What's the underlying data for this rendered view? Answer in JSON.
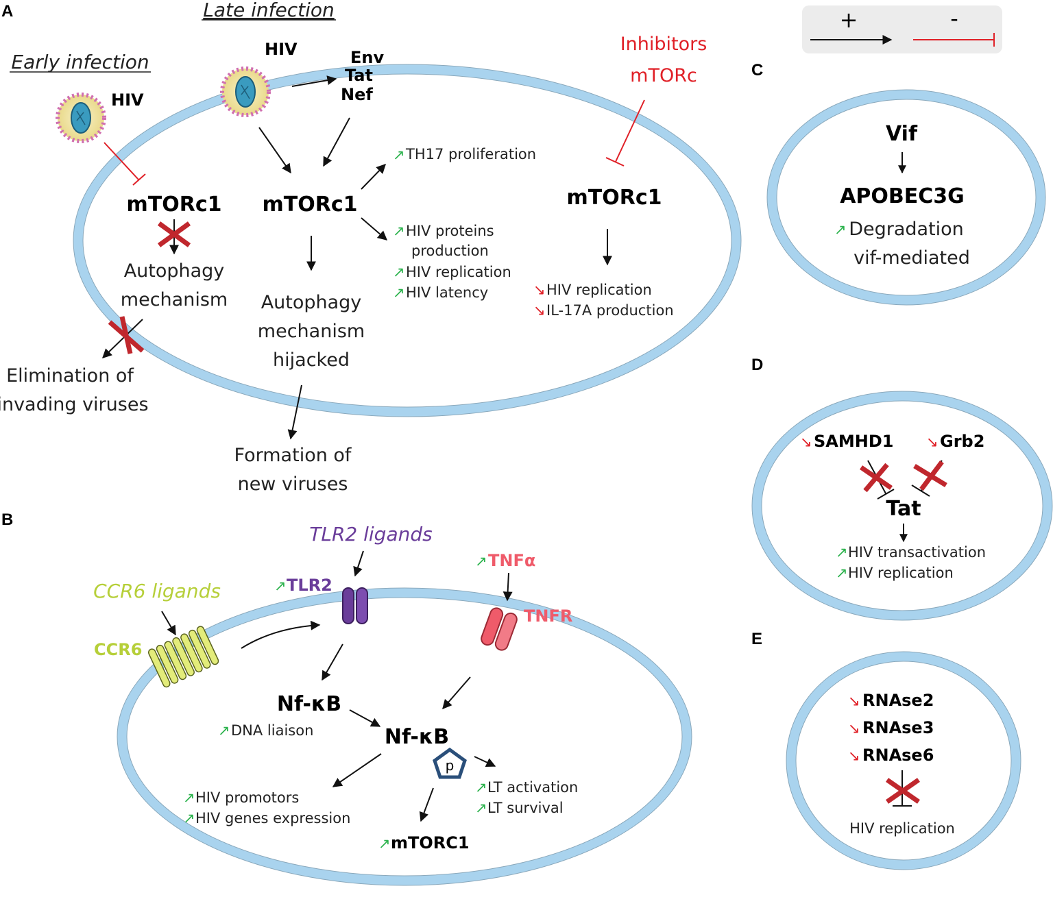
{
  "legend": {
    "plus": "+",
    "minus": "-"
  },
  "panelA": {
    "label": "A",
    "late_infection": "Late infection",
    "early_infection": "Early infection",
    "hiv_early": "HIV",
    "hiv_late": "HIV",
    "env": "Env",
    "tat": "Tat",
    "nef": "Nef",
    "inhibitors_line1": "Inhibitors",
    "inhibitors_line2": "mTORc",
    "mtorc1_left": "mTORc1",
    "mtorc1_mid": "mTORc1",
    "mtorc1_right": "mTORc1",
    "autophagy_left_1": "Autophagy",
    "autophagy_left_2": "mechanism",
    "autophagy_mid_1": "Autophagy",
    "autophagy_mid_2": "mechanism",
    "autophagy_mid_3": "hijacked",
    "elimination_1": "Elimination of",
    "elimination_2": "invading viruses",
    "formation_1": "Formation of",
    "formation_2": "new viruses",
    "th17": "TH17 proliferation",
    "hiv_proteins_1": "HIV proteins",
    "hiv_proteins_2": "production",
    "hiv_replication": "HIV replication",
    "hiv_latency": "HIV latency",
    "hiv_replication_down": "HIV replication",
    "il17a": "IL-17A production",
    "up_arrow": "↗",
    "down_arrow": "↘"
  },
  "panelB": {
    "label": "B",
    "tlr2_ligands": "TLR2 ligands",
    "ccr6_ligands": "CCR6 ligands",
    "tlr2": "TLR2",
    "tnfa": "TNFα",
    "tnfr": "TNFR",
    "ccr6": "CCR6",
    "nfkb_1": "Nf-κB",
    "nfkb_2": "Nf-κB",
    "p": "p",
    "dna": "DNA liaison",
    "hiv_promotors": "HIV promotors",
    "hiv_genes": "HIV genes expression",
    "lt_activation": "LT activation",
    "lt_survival": "LT survival",
    "mtorc1": "mTORC1",
    "up_arrow": "↗"
  },
  "panelC": {
    "label": "C",
    "vif": "Vif",
    "apobec": "APOBEC3G",
    "degradation_1": "Degradation",
    "degradation_2": "vif-mediated",
    "up_arrow": "↗"
  },
  "panelD": {
    "label": "D",
    "samhd1": "SAMHD1",
    "grb2": "Grb2",
    "tat": "Tat",
    "transactivation": "HIV transactivation",
    "replication": "HIV replication",
    "up_arrow": "↗",
    "down_arrow": "↘"
  },
  "panelE": {
    "label": "E",
    "rnase2": "RNAse2",
    "rnase3": "RNAse3",
    "rnase6": "RNAse6",
    "replication": "HIV replication",
    "down_arrow": "↘"
  },
  "colors": {
    "membrane": "#a9d3ee",
    "inhibit": "#e02027",
    "green": "#2bb24c",
    "ccr6": "#b6cf39",
    "tlr2": "#6a3d9a",
    "tnf": "#ef5b6a"
  }
}
